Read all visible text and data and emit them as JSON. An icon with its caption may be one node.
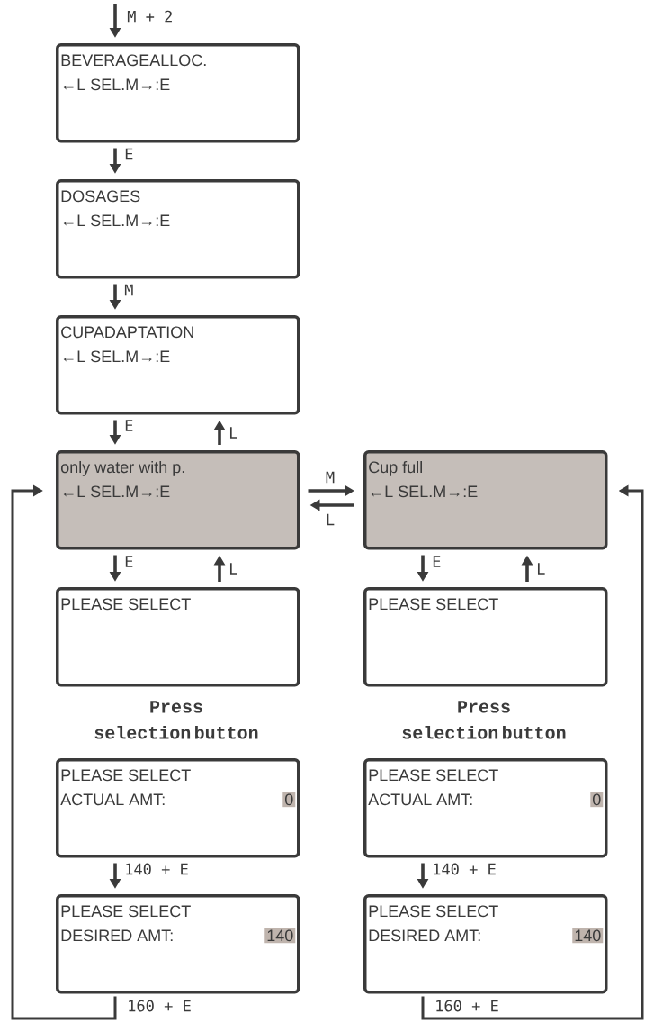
{
  "diagram": {
    "nodes": [
      {
        "text": [
          "BEVERAGEALLOC.",
          "←L SEL.M→:E"
        ]
      },
      {
        "text": [
          "DOSAGES",
          "←L SEL.M→:E"
        ]
      },
      {
        "text": [
          "CUPADAPTATION",
          "←L SEL.M→:E"
        ]
      },
      {
        "text": [
          "only water with p.",
          "←L SEL.M→:E"
        ]
      },
      {
        "text": [
          "Cup full",
          "←L SEL.M→:E"
        ]
      },
      {
        "text": [
          "PLEASE SELECT"
        ]
      },
      {
        "text": [
          "PLEASE SELECT"
        ]
      },
      {
        "text": [
          "PLEASE SELECT",
          "ACTUAL  AMT:",
          "0"
        ]
      },
      {
        "text": [
          "PLEASE SELECT",
          "ACTUAL  AMT:",
          "0"
        ]
      },
      {
        "text": [
          "PLEASE SELECT",
          "DESIRED AMT:",
          "140"
        ]
      },
      {
        "text": [
          "PLEASE SELECT",
          "DESIRED AMT:",
          "140"
        ]
      }
    ],
    "edges": [
      {
        "from": null,
        "to": 0,
        "arrow": "to",
        "label": "M + 2"
      },
      {
        "from": 0,
        "to": 1,
        "arrow": "to",
        "label": "E"
      },
      {
        "from": 1,
        "to": 2,
        "arrow": "to",
        "label": "M"
      },
      {
        "from": 2,
        "to": 3,
        "arrow": "to",
        "label": "E"
      },
      {
        "from": 3,
        "to": 2,
        "arrow": "to",
        "label": "L"
      },
      {
        "from": 3,
        "to": 4,
        "arrow": "to",
        "label": "M"
      },
      {
        "from": 4,
        "to": 3,
        "arrow": "to",
        "label": "L"
      },
      {
        "from": 3,
        "to": 5,
        "arrow": "to",
        "label": "E"
      },
      {
        "from": 5,
        "to": 3,
        "arrow": "to",
        "label": "L"
      },
      {
        "from": 4,
        "to": 6,
        "arrow": "to",
        "label": "E"
      },
      {
        "from": 6,
        "to": 4,
        "arrow": "to",
        "label": "L"
      },
      {
        "from": 7,
        "to": 9,
        "arrow": "to",
        "label": "140 + E"
      },
      {
        "from": 8,
        "to": 10,
        "arrow": "to",
        "label": "140 + E"
      },
      {
        "from": 9,
        "to": 3,
        "arrow": "to",
        "label": "160 + E"
      },
      {
        "from": 10,
        "to": 4,
        "arrow": "to",
        "label": "160 + E"
      }
    ],
    "labels": [
      "Press selection button",
      "Press selection button"
    ]
  }
}
